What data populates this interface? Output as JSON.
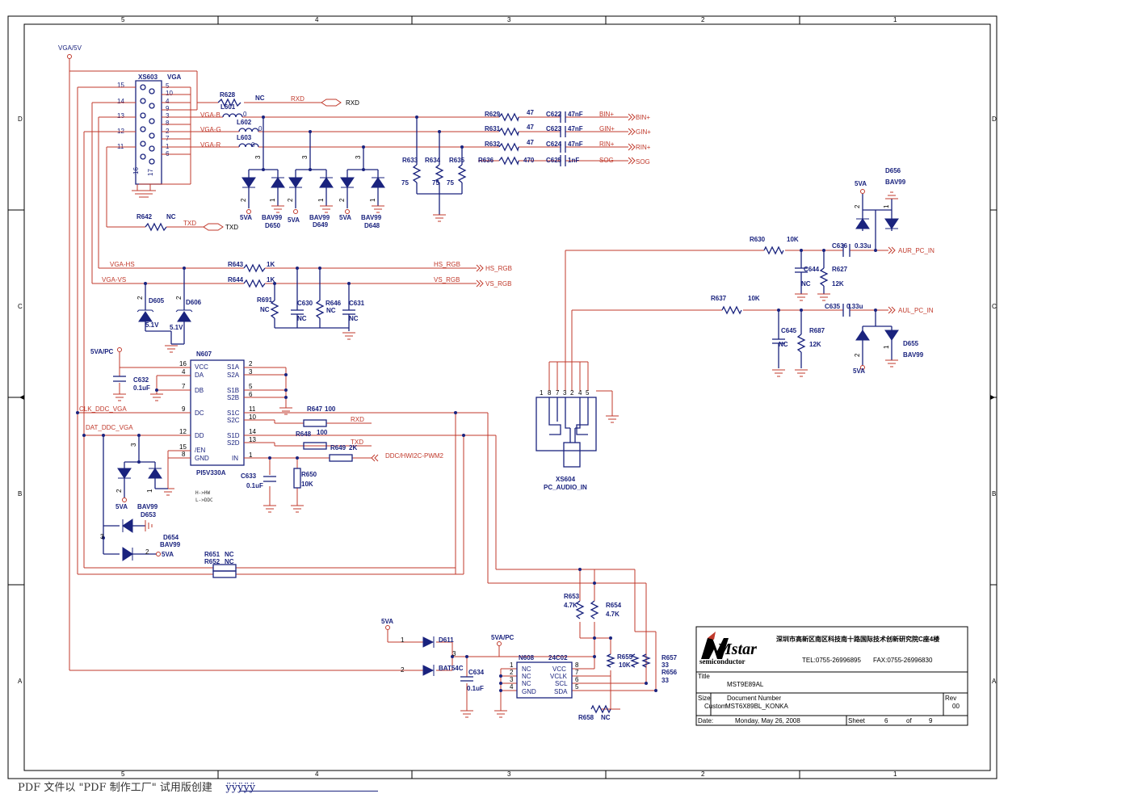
{
  "border": {
    "columns_top": [
      "5",
      "4",
      "3",
      "2",
      "1"
    ],
    "columns_bottom": [
      "5",
      "4",
      "3",
      "2",
      "1"
    ],
    "rows": [
      "D",
      "C",
      "B",
      "A"
    ]
  },
  "vga": {
    "power": "VGA/5V",
    "ref": "XS603",
    "name": "VGA",
    "left_pins": [
      "15",
      "14",
      "13",
      "12",
      "11"
    ],
    "right_pins": [
      "5",
      "10",
      "4",
      "9",
      "3",
      "8",
      "2",
      "7",
      "1",
      "6"
    ],
    "bottom_pins": [
      "16",
      "17"
    ],
    "nets": {
      "b": "VGA-B",
      "g": "VGA-G",
      "r": "VGA-R",
      "hs": "VGA-HS",
      "vs": "VGA-VS"
    }
  },
  "rgb": {
    "r628": "R628",
    "r628_val": "NC",
    "rxd": "RXD",
    "rxd_port": "RXD",
    "l601": "L601",
    "l602": "L602",
    "l603": "L603",
    "l_val": "0",
    "r629": "R629",
    "r631": "R631",
    "r632": "R632",
    "r636": "R636",
    "r_val": "47",
    "r636_val": "470",
    "c622": "C622",
    "c623": "C623",
    "c624": "C624",
    "c625": "C625",
    "c_val": "47nF",
    "c625_val": "1nF",
    "bin": "BIN+",
    "gin": "GIN+",
    "rin": "RIN+",
    "sog": "SOG",
    "bin_port": "BIN+",
    "gin_port": "GIN+",
    "rin_port": "RIN+",
    "sog_port": "SOG",
    "r633": "R633",
    "r634": "R634",
    "r635": "R635",
    "term_val": "75",
    "r642": "R642",
    "r642_val": "NC",
    "txd": "TXD",
    "txd_port": "TXD",
    "diode_part": "BAV99",
    "d650": "D650",
    "d649": "D649",
    "d648": "D648",
    "supply": "5VA"
  },
  "sync": {
    "r643": "R643",
    "r644": "R644",
    "r_val": "1K",
    "hs_rgb": "HS_RGB",
    "vs_rgb": "VS_RGB",
    "hs_port": "HS_RGB",
    "vs_port": "VS_RGB",
    "r691": "R691",
    "r646": "R646",
    "c630": "C630",
    "c631": "C631",
    "nc": "NC",
    "d605": "D605",
    "d606": "D606",
    "zener": "5.1V"
  },
  "switch": {
    "ref": "N607",
    "part": "PI5V330A",
    "left_pins": [
      {
        "pin": "16",
        "name": "VCC"
      },
      {
        "pin": "4",
        "name": "DA"
      },
      {
        "pin": "7",
        "name": "DB"
      },
      {
        "pin": "9",
        "name": "DC"
      },
      {
        "pin": "12",
        "name": "DD"
      },
      {
        "pin": "15",
        "name": "/EN"
      },
      {
        "pin": "8",
        "name": "GND"
      }
    ],
    "right_pins": [
      {
        "pin": "2",
        "name": "S1A"
      },
      {
        "pin": "3",
        "name": "S2A"
      },
      {
        "pin": "5",
        "name": "S1B"
      },
      {
        "pin": "6",
        "name": "S2B"
      },
      {
        "pin": "11",
        "name": "S1C"
      },
      {
        "pin": "10",
        "name": "S2C"
      },
      {
        "pin": "14",
        "name": "S1D"
      },
      {
        "pin": "13",
        "name": "S2D"
      },
      {
        "pin": "1",
        "name": "IN"
      }
    ],
    "supply": "5VA/PC",
    "c632": "C632",
    "c632_val": "0.1uF",
    "clk": "CLK_DDC_VGA",
    "dat": "DAT_DDC_VGA",
    "r647": "R647",
    "r648": "R648",
    "r_val": "100",
    "rxd": "RXD",
    "txd": "TXD",
    "r649": "R649",
    "r649_val": "2K",
    "ddc_port": "DDC/HWI2C-PWM2",
    "c633": "C633",
    "c633_val": "0.1uF",
    "r650": "R650",
    "r650_val": "10K",
    "note1": "H->HW",
    "note2": "L->DDC"
  },
  "ddc_prot": {
    "d653": "D653",
    "d654": "D654",
    "part": "BAV99",
    "supply": "5VA",
    "r651": "R651",
    "r652": "R652",
    "nc": "NC"
  },
  "audio": {
    "r630": "R630",
    "r637": "R637",
    "r_val": "10K",
    "c636": "C636",
    "c635": "C635",
    "c_val": "0.33u",
    "aur": "AUR_PC_IN",
    "aul": "AUL_PC_IN",
    "c644": "C644",
    "c645": "C645",
    "nc": "NC",
    "r627": "R627",
    "r687": "R687",
    "rt_val": "12K",
    "d656": "D656",
    "d655": "D655",
    "part": "BAV99",
    "supply": "5VA",
    "jack_ref": "XS604",
    "jack_name": "PC_AUDIO_IN",
    "jack_pins": [
      "1",
      "8",
      "7",
      "3",
      "2",
      "4",
      "5"
    ]
  },
  "eeprom": {
    "ref": "N608",
    "part": "24C02",
    "left_pins": [
      {
        "pin": "1",
        "name": "NC"
      },
      {
        "pin": "2",
        "name": "NC"
      },
      {
        "pin": "3",
        "name": "NC"
      },
      {
        "pin": "4",
        "name": "GND"
      }
    ],
    "right_pins": [
      {
        "pin": "8",
        "name": "VCC"
      },
      {
        "pin": "7",
        "name": "VCLK"
      },
      {
        "pin": "6",
        "name": "SCL"
      },
      {
        "pin": "5",
        "name": "SDA"
      }
    ],
    "supply_a": "5VA",
    "supply_pc": "5VA/PC",
    "d611": "D611",
    "d611_part": "BAT54C",
    "c634": "C634",
    "c634_val": "0.1uF",
    "r653": "R653",
    "r654": "R654",
    "r_pull": "4.7K",
    "r655": "R655",
    "r655_val": "10K",
    "r657": "R657",
    "r656": "R656",
    "r_ser": "33",
    "r658": "R658",
    "r658_val": "NC"
  },
  "title_block": {
    "logo": "Mstar",
    "logo_sub": "semiconductor",
    "address": "深圳市高新区南区科技南十路国际技术创新研究院C座4楼",
    "tel": "TEL:0755-26996895",
    "fax": "FAX:0755-26996830",
    "title_label": "Title",
    "title": "MST9E89AL",
    "size_label": "Size",
    "size": "Custom",
    "doc_label": "Document Number",
    "doc": "MST6X89BL_KONKA",
    "rev_label": "Rev",
    "rev": "00",
    "date_label": "Date:",
    "date": "Monday, May 26, 2008",
    "sheet_label": "Sheet",
    "sheet": "6",
    "of_label": "of",
    "of": "9"
  },
  "footer": {
    "text": "PDF 文件以 \"PDF 制作工厂\" 试用版创建",
    "link": "ÿÿÿÿÿ"
  }
}
